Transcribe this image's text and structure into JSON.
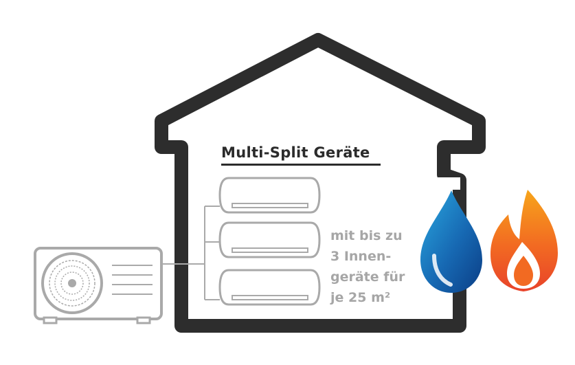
{
  "title": "Multi-Split Geräte",
  "caption_lines": [
    "mit bis zu",
    "3 Innen-",
    "geräte für",
    "je 25 m²"
  ],
  "colors": {
    "house_outline": "#2d2d2d",
    "unit_outline": "#a9a9a9",
    "caption_text": "#a6a6a6",
    "water_drop": "#1f6fb8",
    "flame": "#ef5a24"
  },
  "icons": {
    "outdoor_unit": "outdoor-unit-icon",
    "indoor_units": "indoor-unit-icon",
    "water": "water-drop-icon",
    "fire": "flame-icon"
  }
}
